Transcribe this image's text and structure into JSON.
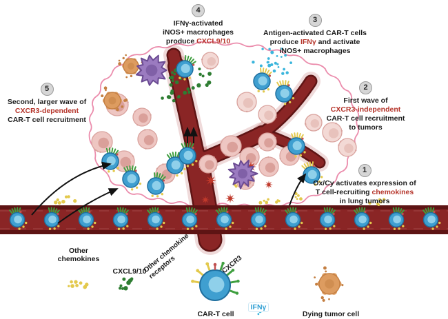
{
  "colors": {
    "background": "#ffffff",
    "text": "#1c1c1c",
    "red_text": "#b5342a",
    "vessel": "#8a2525",
    "vessel_dark": "#5e1414",
    "vessel_halo": "#b04545",
    "cart_blue": "#3f9fd0",
    "cart_blue_dark": "#1f6f9f",
    "cart_blue_light": "#8fd0ea",
    "green": "#3f9f3f",
    "green_dot": "#2e7d32",
    "yellow": "#e3c94d",
    "teal": "#3ab5dc",
    "pink_cell": "#eec6c2",
    "pink_cell_dark": "#d9a29d",
    "pink_nucleus": "#daa09a",
    "pale_cell": "#f3d9d5",
    "pale_nucleus": "#e8c2bc",
    "purple": "#9b7bc0",
    "purple_dark": "#6a4a92",
    "orange": "#dd9c60",
    "orange_dark": "#c47f42",
    "red_burst": "#c0392b",
    "outline_pink": "#ea86a8",
    "arrow": "#111111",
    "car_nub": "#c05050"
  },
  "annotations": {
    "a4": {
      "number": "4",
      "line1": "IFNγ-activated",
      "line2": "iNOS+ macrophages",
      "line3_pre": "produce ",
      "line3_red": "CXCL9/10"
    },
    "a3": {
      "number": "3",
      "line1": "Antigen-activated CAR-T cells",
      "line2_pre": "produce ",
      "line2_red": "IFNγ",
      "line2_post": " and activate",
      "line3": "iNOS+ macrophages"
    },
    "a2": {
      "number": "2",
      "line1": "First wave of",
      "line2_red": "CXCR3-independent",
      "line3": "CAR-T cell recruitment",
      "line4": "to tumors"
    },
    "a5": {
      "number": "5",
      "line1": "Second, larger wave of",
      "line2_red": "CXCR3-dependent",
      "line3": "CAR-T cell recruitment"
    },
    "a1": {
      "number": "1",
      "line1": "Ox/Cy activates expression of",
      "line2_pre": "T cell-recruiting ",
      "line2_red": "chemokines",
      "line3": "in lung tumors"
    }
  },
  "legend": {
    "other_chemokines_line1": "Other",
    "other_chemokines_line2": "chemokines",
    "cxcl910": "CXCL9/10",
    "other_receptors": "Other chemokine receptors",
    "cxcr3": "CXCR3",
    "cart_cell": "CAR-T cell",
    "ifng": "IFNγ",
    "dying_tumor_cell": "Dying tumor cell"
  }
}
